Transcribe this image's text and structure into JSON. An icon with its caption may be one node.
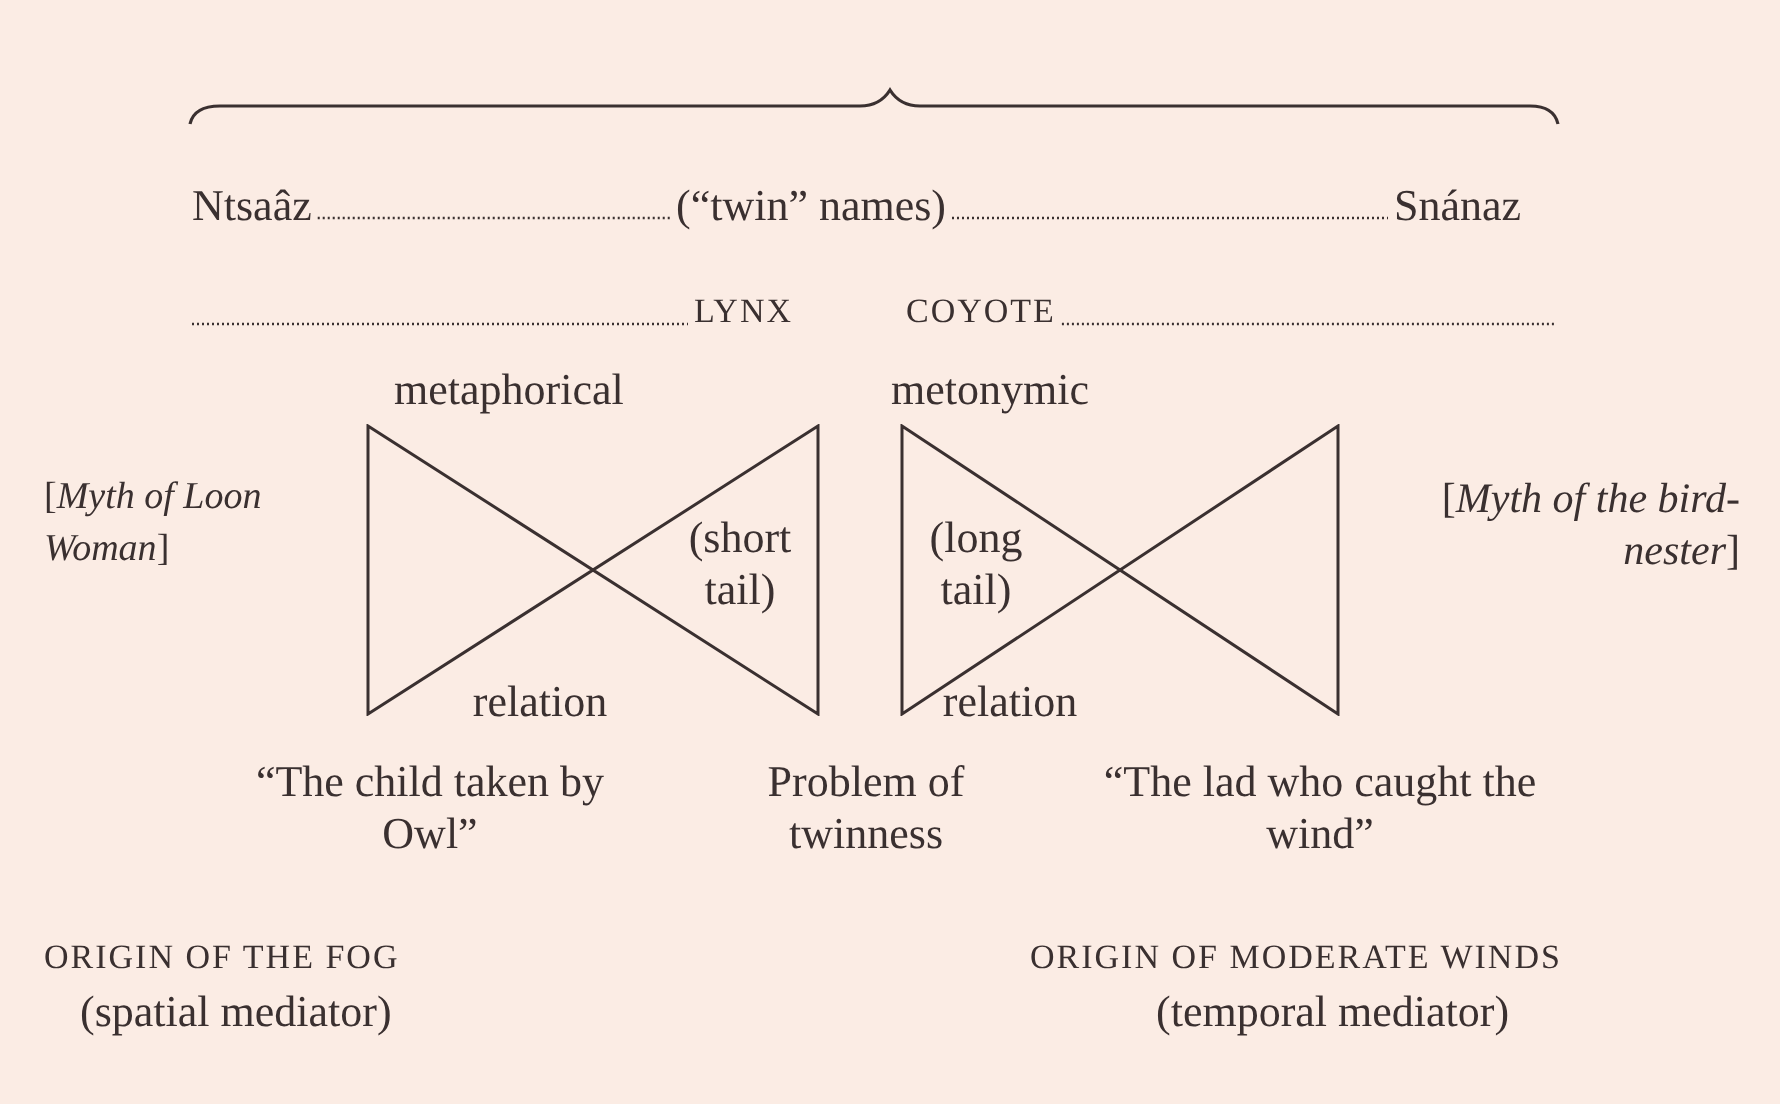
{
  "diagram": {
    "nodes": [
      {
        "text": [
          "Ntsaâz"
        ]
      },
      {
        "text": [
          "(“twin” names)"
        ]
      },
      {
        "text": [
          "Snánaz"
        ]
      },
      {
        "text": [
          "LYNX"
        ]
      },
      {
        "text": [
          "COYOTE"
        ]
      },
      {
        "text": [
          "(short tail)"
        ],
        "beside": [
          "metaphorical",
          "relation"
        ]
      },
      {
        "text": [
          "(long tail)"
        ],
        "beside": [
          "metonymic",
          "relation"
        ]
      }
    ],
    "edges": [
      {
        "from": 0,
        "to": 1,
        "arrow": "none",
        "style": "dashed"
      },
      {
        "from": 1,
        "to": 2,
        "arrow": "none",
        "style": "dashed"
      },
      {
        "from": null,
        "to": 3,
        "arrow": "none",
        "style": "dashed"
      },
      {
        "from": 4,
        "to": null,
        "arrow": "none",
        "style": "dashed"
      }
    ],
    "labels": [
      "[*Myth of Loon Woman*]",
      "[*Myth of the bird-nester*]",
      "“The child taken by Owl”",
      "Problem of twinness",
      "“The lad who caught the wind”",
      "ORIGIN OF THE FOG",
      "(spatial mediator)",
      "ORIGIN OF MODERATE WINDS",
      "(temporal mediator)"
    ]
  }
}
